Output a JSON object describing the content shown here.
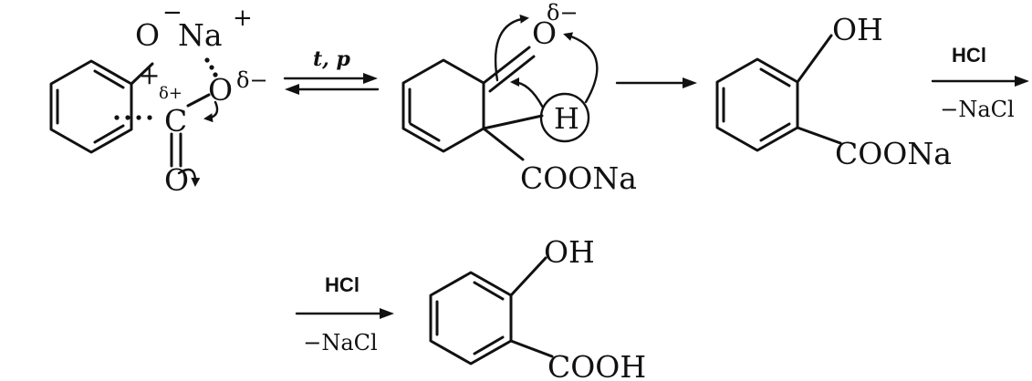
{
  "reactant": {
    "o_minus": "O",
    "o_charge": "−",
    "na": "Na",
    "na_charge": "+",
    "plus": "+",
    "delta_plus": "δ+",
    "carbon": "C",
    "o_top": "O",
    "delta_minus": "δ−",
    "o_bottom": "O"
  },
  "arrow1": {
    "conditions": "t, p"
  },
  "intermediate": {
    "o": "O",
    "delta_minus": "δ−",
    "h": "H",
    "coona": "COONa"
  },
  "salicylate": {
    "oh": "OH",
    "coona": "COONa"
  },
  "arrow3": {
    "reagent": "HCl",
    "byproduct": "−NaCl"
  },
  "arrow4": {
    "reagent": "HCl",
    "byproduct": "−NaCl"
  },
  "product": {
    "oh": "OH",
    "cooh": "COOH"
  }
}
